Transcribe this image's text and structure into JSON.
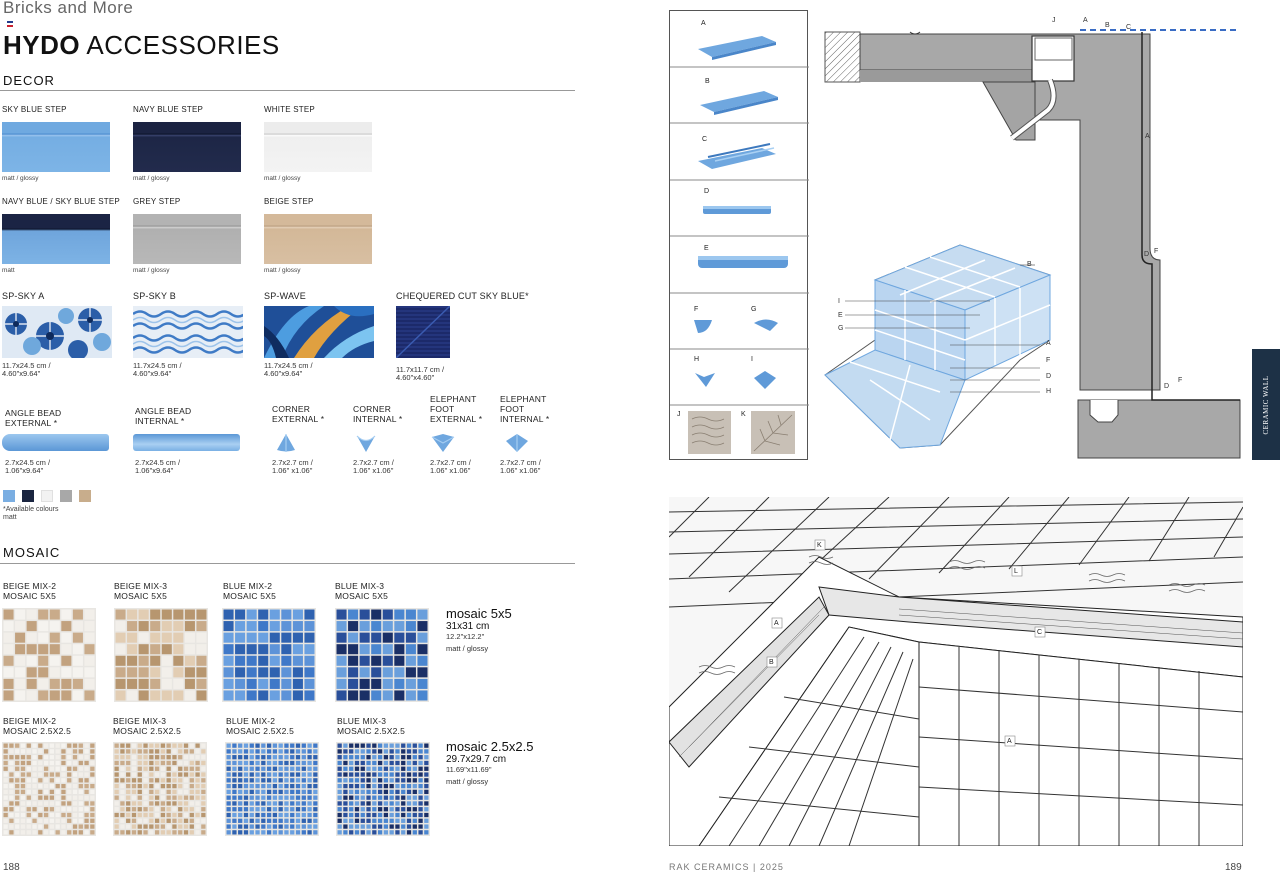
{
  "header": {
    "brand": "Bricks and More",
    "title_bold": "HYDO",
    "title_rest": " ACCESSORIES"
  },
  "decor": {
    "heading": "DECOR",
    "steps": [
      {
        "label": "SKY BLUE STEP",
        "finish": "matt / glossy"
      },
      {
        "label": "NAVY BLUE STEP",
        "finish": "matt / glossy"
      },
      {
        "label": "WHITE STEP",
        "finish": "matt / glossy"
      },
      {
        "label": "NAVY BLUE / SKY BLUE STEP",
        "finish": "matt"
      },
      {
        "label": "GREY STEP",
        "finish": "matt / glossy"
      },
      {
        "label": "BEIGE STEP",
        "finish": "matt / glossy"
      }
    ],
    "sp": [
      {
        "label": "SP-SKY A",
        "dims1": "11.7x24.5 cm /",
        "dims2": "4.60\"x9.64\""
      },
      {
        "label": "SP-SKY B",
        "dims1": "11.7x24.5 cm /",
        "dims2": "4.60\"x9.64\""
      },
      {
        "label": "SP-WAVE",
        "dims1": "11.7x24.5 cm /",
        "dims2": "4.60\"x9.64\""
      },
      {
        "label": "CHEQUERED CUT SKY BLUE*",
        "dims1": "11.7x11.7 cm /",
        "dims2": "4.60\"x4.60\""
      }
    ],
    "accessories": [
      {
        "l1": "ANGLE BEAD",
        "l2": "EXTERNAL *",
        "d1": "2.7x24.5 cm /",
        "d2": "1.06\"x9.64\""
      },
      {
        "l1": "ANGLE BEAD",
        "l2": "INTERNAL  *",
        "d1": "2.7x24.5 cm /",
        "d2": "1.06\"x9.64\""
      },
      {
        "l1": "CORNER",
        "l2": "EXTERNAL *",
        "d1": "2.7x2.7 cm /",
        "d2": "1.06\" x1.06\""
      },
      {
        "l1": "CORNER",
        "l2": "INTERNAL  *",
        "d1": "2.7x2.7 cm /",
        "d2": "1.06\" x1.06\""
      },
      {
        "l1": "ELEPHANT",
        "l2": "FOOT",
        "l3": "EXTERNAL *",
        "d1": "2.7x2.7 cm /",
        "d2": "1.06\" x1.06\""
      },
      {
        "l1": "ELEPHANT",
        "l2": "FOOT",
        "l3": "INTERNAL *",
        "d1": "2.7x2.7 cm /",
        "d2": "1.06\" x1.06\""
      }
    ],
    "swatches": [
      "#7aaee2",
      "#1a2540",
      "#f2f2f2",
      "#a8a8a8",
      "#c8ad8c"
    ],
    "avail1": "*Available colours",
    "avail2": "matt"
  },
  "mosaic": {
    "heading": "MOSAIC",
    "row1": [
      {
        "l1": "BEIGE MIX-2",
        "l2": "MOSAIC 5X5"
      },
      {
        "l1": "BEIGE MIX-3",
        "l2": "MOSAIC 5X5"
      },
      {
        "l1": "BLUE MIX-2",
        "l2": "MOSAIC 5X5"
      },
      {
        "l1": "BLUE MIX-3",
        "l2": "MOSAIC 5X5"
      }
    ],
    "row2": [
      {
        "l1": "BEIGE MIX-2",
        "l2": "MOSAIC 2.5X2.5"
      },
      {
        "l1": "BEIGE MIX-3",
        "l2": "MOSAIC 2.5X2.5"
      },
      {
        "l1": "BLUE MIX-2",
        "l2": "MOSAIC 2.5X2.5"
      },
      {
        "l1": "BLUE MIX-3",
        "l2": "MOSAIC 2.5X2.5"
      }
    ],
    "info1": {
      "name": "mosaic 5x5",
      "cm": "31x31 cm",
      "inch": "12.2\"x12.2\"",
      "finish": "matt / glossy"
    },
    "info2": {
      "name": "mosaic 2.5x2.5",
      "cm": "29.7x29.7 cm",
      "inch": "11.69\"x11.69\"",
      "finish": "matt / glossy"
    }
  },
  "footer": {
    "page_left": "188",
    "center": "RAK CERAMICS | 2025",
    "page_right": "189"
  },
  "sidebar_label": "CERAMIC WALL",
  "legend_letters": [
    "A",
    "B",
    "C",
    "D",
    "E",
    "F",
    "G",
    "H",
    "I",
    "J",
    "K"
  ],
  "diagram_labels": {
    "J": "J",
    "A": "A",
    "B": "B",
    "C": "C",
    "D": "D",
    "E": "E",
    "F": "F",
    "G": "G",
    "H": "H",
    "I": "I",
    "K": "K",
    "L": "L"
  }
}
